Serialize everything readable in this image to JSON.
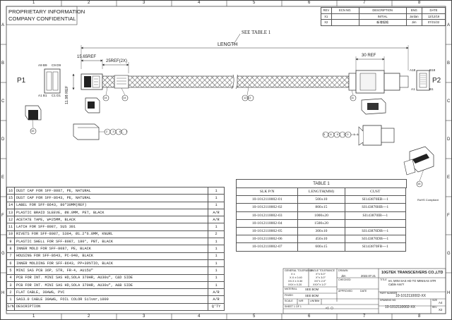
{
  "header": {
    "line1": "PROPRIETARY INFORMATION",
    "line2": "COMPANY CONFIDENTIAL"
  },
  "border": {
    "cols": [
      "1",
      "2",
      "3",
      "4",
      "5",
      "6",
      "7",
      "8"
    ],
    "rows": [
      "A",
      "B",
      "C",
      "D",
      "E",
      "F",
      "G",
      "H"
    ]
  },
  "revision": {
    "headers": [
      "REV",
      "ECN NO.",
      "DESCRIPTION",
      "ENG",
      "DATE"
    ],
    "rows": [
      [
        "X1",
        "",
        "INITIAL",
        "Jordan",
        "12/12/19"
      ],
      [
        "X2",
        "",
        "新增规格",
        "Jim",
        "07/21/22"
      ]
    ]
  },
  "drawing": {
    "see_table": "SEE TABLE 1",
    "length_label": "LENGTH",
    "dim_1565": "15.65REF",
    "dim_25": "25REF(2X)",
    "dim_30": "30 REF",
    "dim_1198": "11.98 REF",
    "p1": "P1",
    "p2": "P2",
    "p1_top_left": "A9 B9",
    "p1_top_right": "C9 D9",
    "p1_bot_left": "A1 B1",
    "p1_bot_right": "C1 D1",
    "p2_a18": "A18",
    "p2_b18": "B18",
    "p2_a1": "A1",
    "p2_b1": "B1",
    "callout_14": "14",
    "callout_12_13": "12,13",
    "callout_11": "11",
    "callout_15": "15",
    "callout_2_3_6_7": "2,3,6,7",
    "callout_5_8_9_10_11": "5,8,9,10,11",
    "callout_16": "16",
    "rohs": "RoHS Compliant"
  },
  "table1": {
    "title": "TABLE 1",
    "headers": [
      "SLK P/N",
      "LENGTH(MM)",
      "CUST"
    ],
    "rows": [
      [
        "10-1012110002-01",
        "500±10",
        "SI143870EB---1"
      ],
      [
        "10-1012110002-02",
        "800±15",
        "SI143870HB---1"
      ],
      [
        "10-1012110002-03",
        "1000±20",
        "SI143870IB---1"
      ],
      [
        "10-1012110002-04",
        "1500±20",
        ""
      ],
      [
        "10-1012110002-05",
        "300±10",
        "SI143870DB---1"
      ],
      [
        "10-1012110002-06",
        "450±10",
        "SI143870DB---1"
      ],
      [
        "10-1012110002-07",
        "600±15",
        "SI143870FB---1"
      ]
    ]
  },
  "bom": {
    "rows": [
      [
        "16",
        "DUST CAP FOR SFF-8087, PE, NATURAL",
        "1"
      ],
      [
        "15",
        "DUST CAP FOR SFF-8643, PE, NATURAL",
        "1"
      ],
      [
        "14",
        "LABEL FOR SFF-8643, 80*30MM(REF)",
        "1"
      ],
      [
        "13",
        "PLASTIC BRAID SLEEVE, Ø8.0MM, PET, BLACK",
        "A/R"
      ],
      [
        "12",
        "ACETATE TAPE, W=25MM, BLACK",
        "A/R"
      ],
      [
        "11",
        "LATCH FOR SFF-8087, SUS 301",
        "1"
      ],
      [
        "10",
        "RIVETS FOR SFF-8087, S304, Ø1.2*6.8MM, KNURL",
        "2"
      ],
      [
        "9",
        "PLASTIC SHELL FOR SFF-8087, 180°, PBT, BLACK",
        "1"
      ],
      [
        "8",
        "INNER MOLD FOR SFF-8087, PE, BLACK",
        "1"
      ],
      [
        "7",
        "HOUSING FOR SFF-8643, PC-940, BLACK",
        "1"
      ],
      [
        "6",
        "INNER MOLDING FOR SFF-8643, PP+30%TIO, BLACK",
        "1"
      ],
      [
        "5",
        "MINI SAS PCB 36P, STR, FR-4, AU15U\"",
        "1"
      ],
      [
        "4",
        "PCB FOR INT. MINI SAS HD,SOLA 370HR, AU30u\", C&D SIDE",
        "1"
      ],
      [
        "3",
        "PCB FOR INT. MINI SAS HD,SOLA 370HR, AU30u\", A&B SIDE",
        "1"
      ],
      [
        "2",
        "FLAT CABLE, 30AWG, PVC",
        "A/R"
      ],
      [
        "1",
        "SAS3.0 CABLE 30AWG, FOIL COLOR Silver,1000",
        "A/R"
      ],
      [
        "S/N",
        "DESCRIPTION",
        "Q'TY"
      ]
    ]
  },
  "titleblock": {
    "gen_tol_title": "GENERAL TOLERANCE",
    "gen_tol": [
      "X ±",
      "X.X ± 0.40",
      "XX.X ± 0.30",
      "XXX ± 0.20"
    ],
    "ang_tol_title": "ANGLE TOLERANCE",
    "ang_tol": [
      "X°± 5.0°",
      "X°± 3.0°",
      "XX°± 2.0°",
      "XXX°± 1.0°"
    ],
    "drawn_label": "DRAWN",
    "drawn_by": "Jim",
    "drawn_date": "2022.07.21",
    "checked_label": "CHECKED",
    "approved_label": "APPROVED",
    "date_label": "DATE",
    "material_label": "MATERIAL",
    "material_value": "SEE BOM",
    "finish_label": "FINISH",
    "finish_value": "SEE BOM",
    "scale_label": "SCALE",
    "scale_value": "N/R",
    "unit_label": "UNIT",
    "unit_value": "MM",
    "sheet": "SHEET 1 OF 1",
    "company": "10GTEK TRANSCEIVERS CO.,LTD",
    "title_label": "TITLE",
    "title_value": "Int. MINI SAS HD TO MINISAS STR Cable Ass'Y",
    "part_number_label": "PART NUMBER",
    "part_number": "10-1012110002-XX",
    "drawing_no_label": "DRAWING NO.",
    "drawing_no": "10-1012110002-XX",
    "size_label": "SIZE",
    "size_value": "A4",
    "rev_label": "REV",
    "rev_value": "X2"
  }
}
